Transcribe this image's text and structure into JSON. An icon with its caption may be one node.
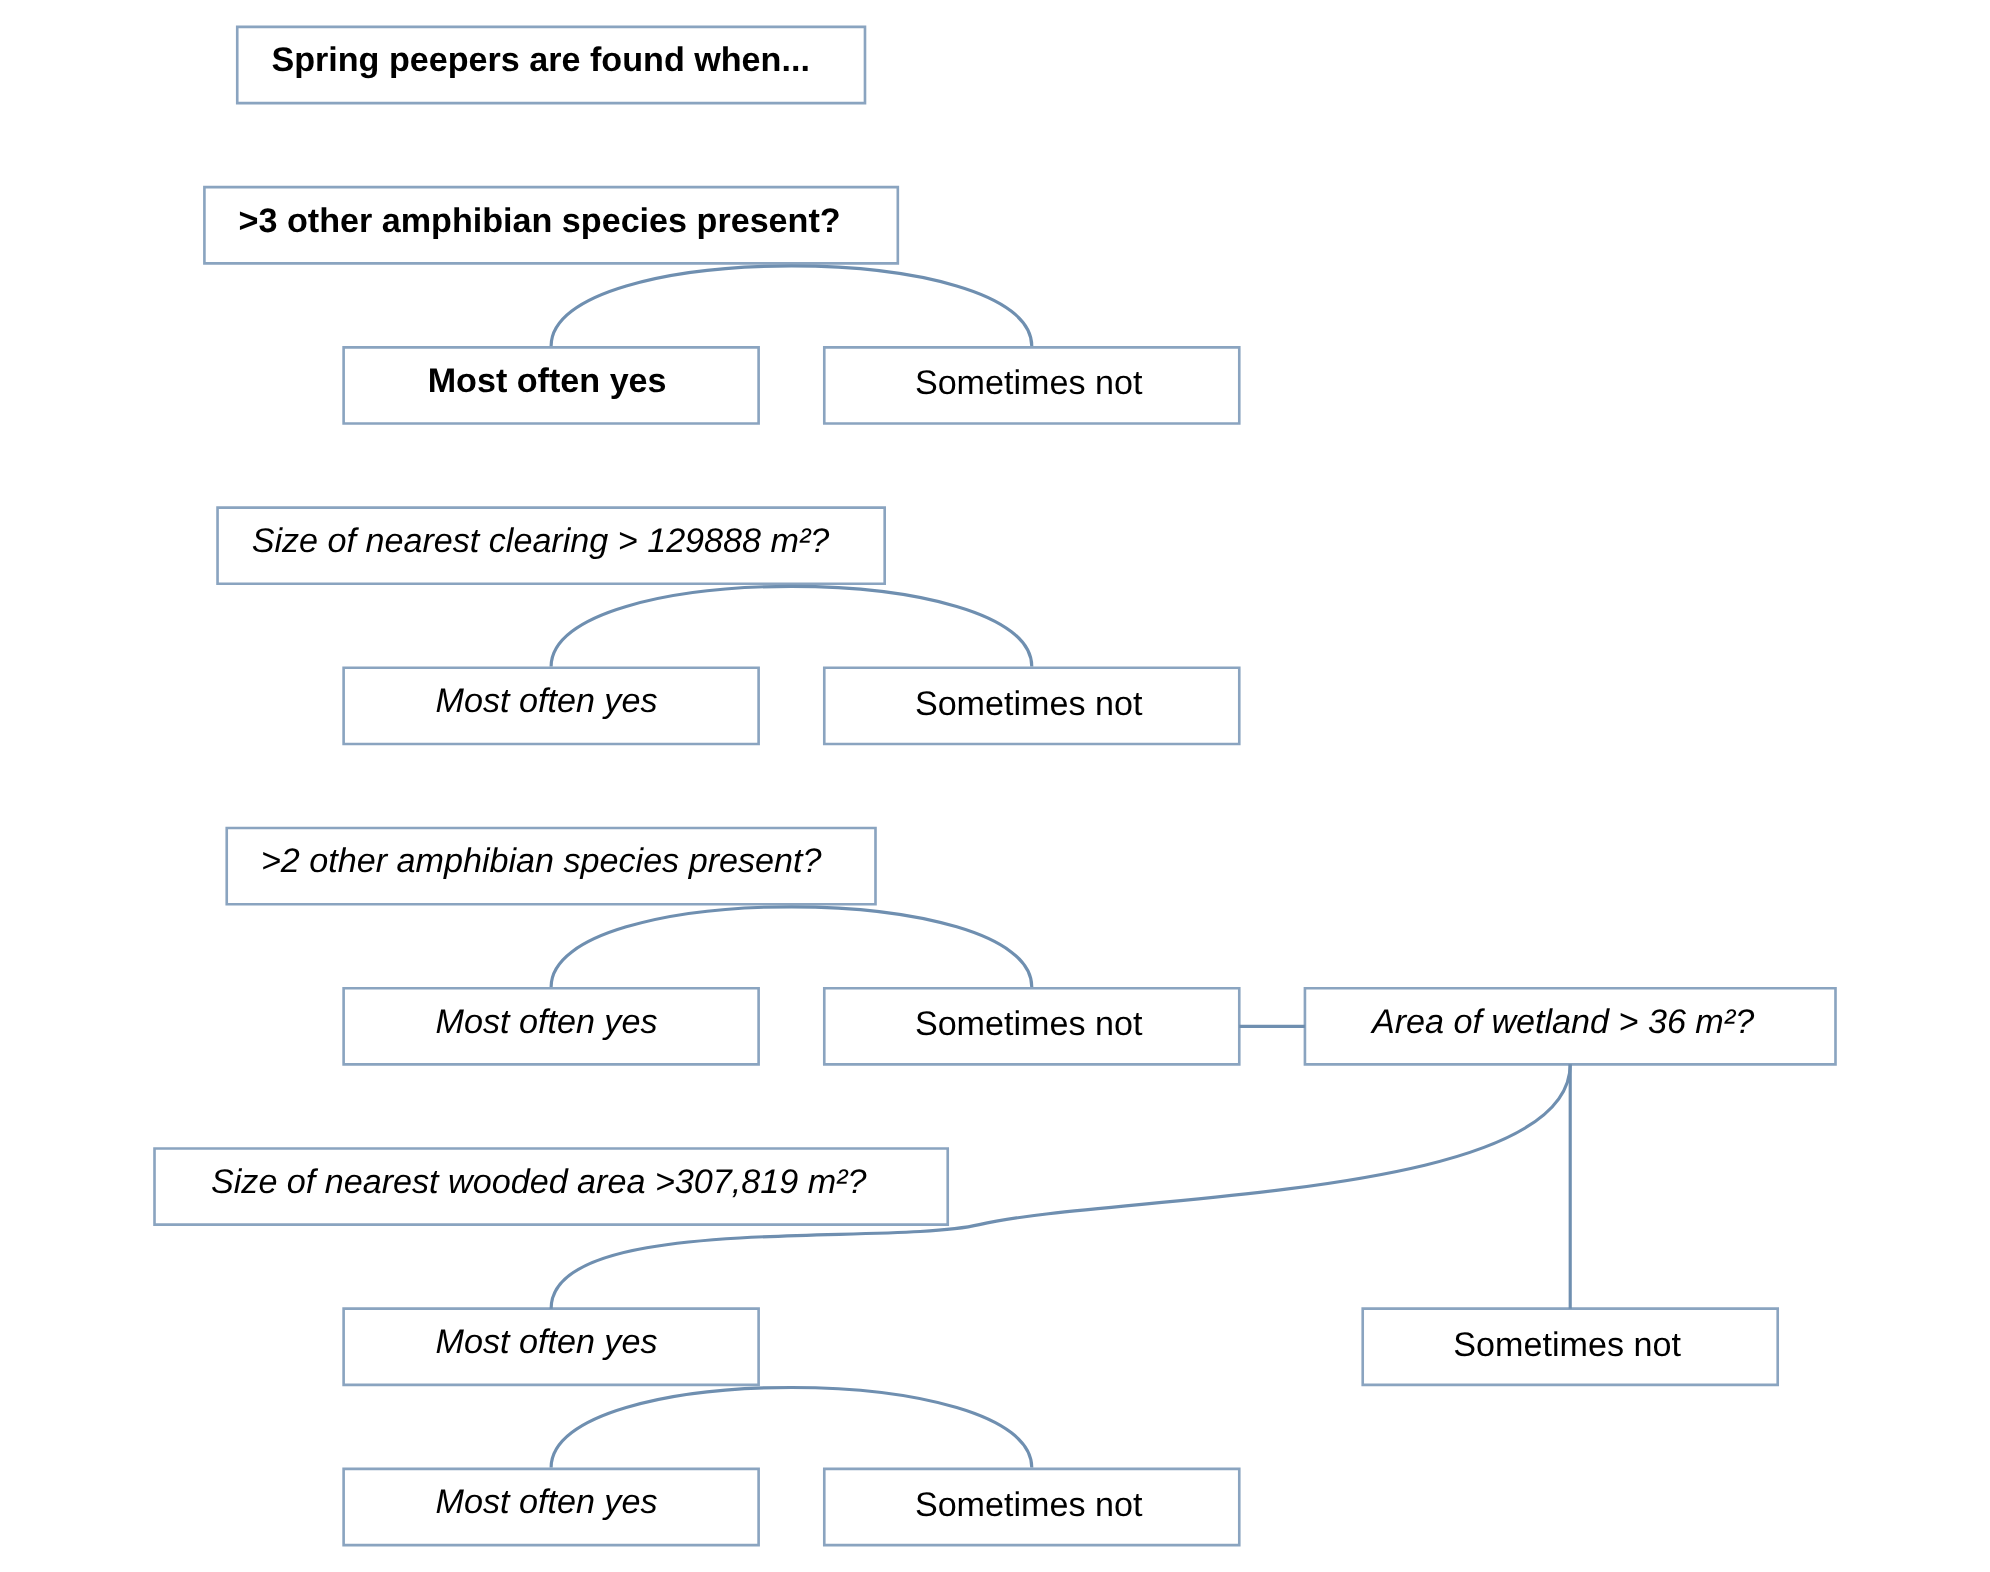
{
  "diagram": {
    "nodes": [
      {
        "text": [
          "Spring peepers are found when..."
        ]
      },
      {
        "text": [
          ">3 other amphibian species present?"
        ]
      },
      {
        "text": [
          "Most often yes"
        ]
      },
      {
        "text": [
          "Sometimes not"
        ]
      },
      {
        "text": [
          "Size of nearest clearing > 129888 m²?"
        ]
      },
      {
        "text": [
          "Most often yes"
        ]
      },
      {
        "text": [
          "Sometimes not"
        ]
      },
      {
        "text": [
          ">2 other amphibian species present?"
        ]
      },
      {
        "text": [
          "Most often yes"
        ]
      },
      {
        "text": [
          "Sometimes not"
        ]
      },
      {
        "text": [
          "Area of wetland > 36 m²?"
        ]
      },
      {
        "text": [
          "Size of nearest wooded area >307,819 m²?"
        ]
      },
      {
        "text": [
          "Most often yes"
        ]
      },
      {
        "text": [
          "Sometimes not"
        ]
      },
      {
        "text": [
          "Most often yes"
        ]
      },
      {
        "text": [
          "Sometimes not"
        ]
      }
    ],
    "edges": [
      {
        "from": 2,
        "to": 3,
        "arrow": "none"
      },
      {
        "from": 5,
        "to": 6,
        "arrow": "none"
      },
      {
        "from": 8,
        "to": 9,
        "arrow": "none"
      },
      {
        "from": 9,
        "to": 10,
        "arrow": "none"
      },
      {
        "from": 10,
        "to": 12,
        "arrow": "none"
      },
      {
        "from": 10,
        "to": 13,
        "arrow": "none"
      },
      {
        "from": 14,
        "to": 15,
        "arrow": "none"
      }
    ]
  }
}
